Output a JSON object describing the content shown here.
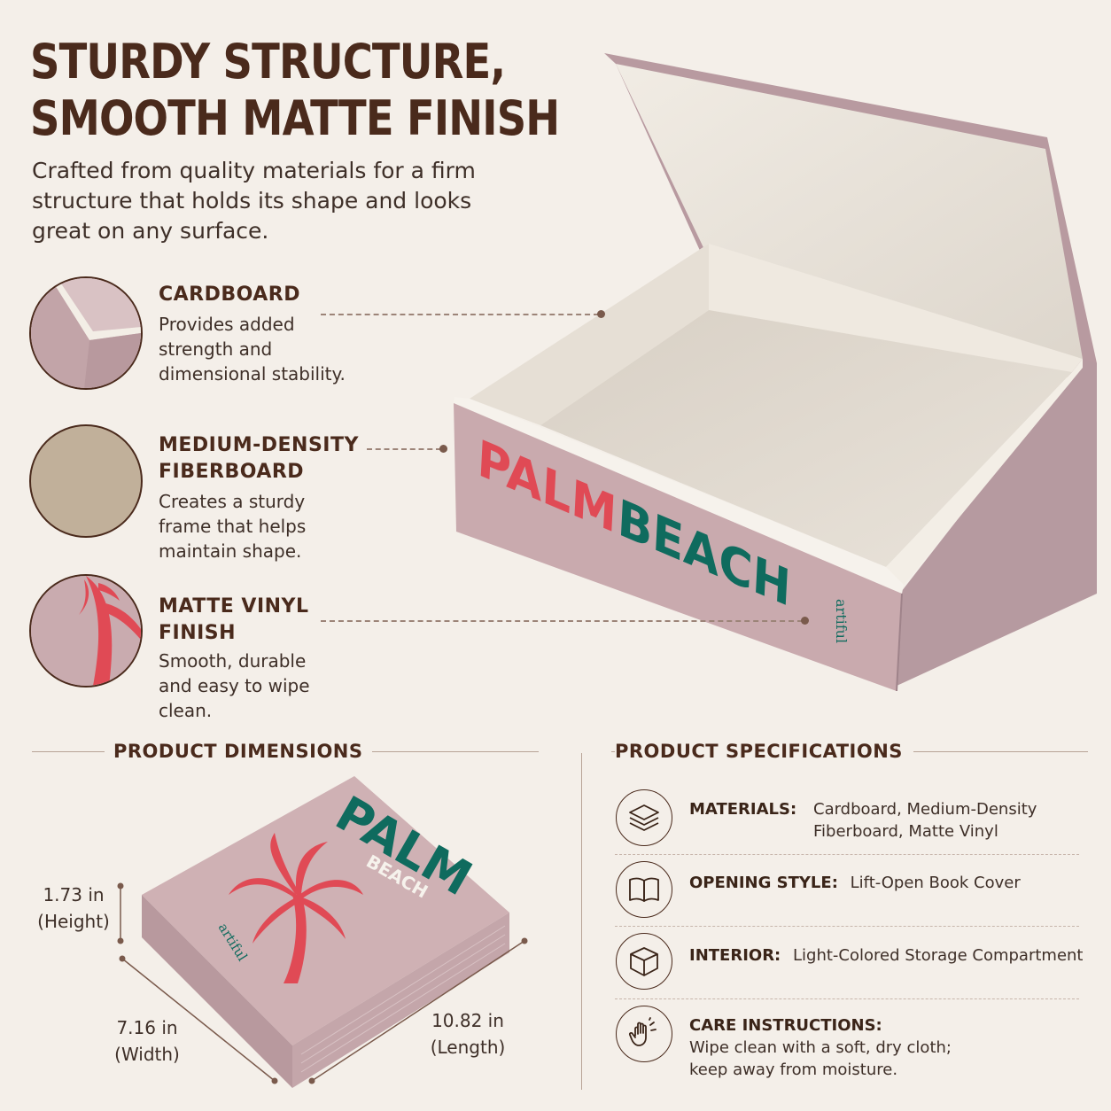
{
  "headline": {
    "line1": "STURDY STRUCTURE,",
    "line2": "SMOOTH MATTE FINISH"
  },
  "intro": "Crafted from quality materials for a firm structure that holds its shape and looks great on any surface.",
  "features": [
    {
      "title_line1": "CARDBOARD",
      "title_line2": "",
      "desc_lines": [
        "Provides added",
        "strength and",
        "dimensional stability."
      ]
    },
    {
      "title_line1": "MEDIUM-DENSITY",
      "title_line2": "FIBERBOARD",
      "desc_lines": [
        "Creates a sturdy",
        "frame that helps",
        "maintain shape."
      ]
    },
    {
      "title_line1": "MATTE VINYL",
      "title_line2": "FINISH",
      "desc_lines": [
        "Smooth, durable",
        "and easy to wipe",
        "clean."
      ]
    }
  ],
  "box": {
    "spine_word1": "PALM",
    "spine_word2": "BEACH",
    "spine_brand": "artiful"
  },
  "dimensions": {
    "section_title": "PRODUCT DIMENSIONS",
    "height_value": "1.73 in",
    "height_label": "(Height)",
    "width_value": "7.16 in",
    "width_label": "(Width)",
    "length_value": "10.82 in",
    "length_label": "(Length)",
    "cover_word1": "PALM",
    "cover_word2": "BEACH",
    "cover_brand": "artiful"
  },
  "specs": {
    "section_title": "PRODUCT SPECIFICATIONS",
    "items": [
      {
        "icon": "layers-icon",
        "key": "MATERIALS:",
        "value_line1": "Cardboard, Medium-Density",
        "value_line2": "Fiberboard, Matte Vinyl"
      },
      {
        "icon": "open-book-icon",
        "key": "OPENING STYLE:",
        "value_line1": "Lift-Open Book Cover",
        "value_line2": ""
      },
      {
        "icon": "box-icon",
        "key": "INTERIOR:",
        "value_line1": "Light-Colored Storage Compartment",
        "value_line2": ""
      },
      {
        "icon": "hand-wipe-icon",
        "key": "CARE INSTRUCTIONS:",
        "value_line1": "Wipe clean with a soft, dry cloth;",
        "value_line2": "keep away from moisture."
      }
    ]
  },
  "colors": {
    "background": "#f4efe9",
    "heading": "#4a2a1c",
    "box_pink": "#c9aaae",
    "interior": "#e7e1d8",
    "red": "#e04a55",
    "teal": "#0f6b5e"
  }
}
